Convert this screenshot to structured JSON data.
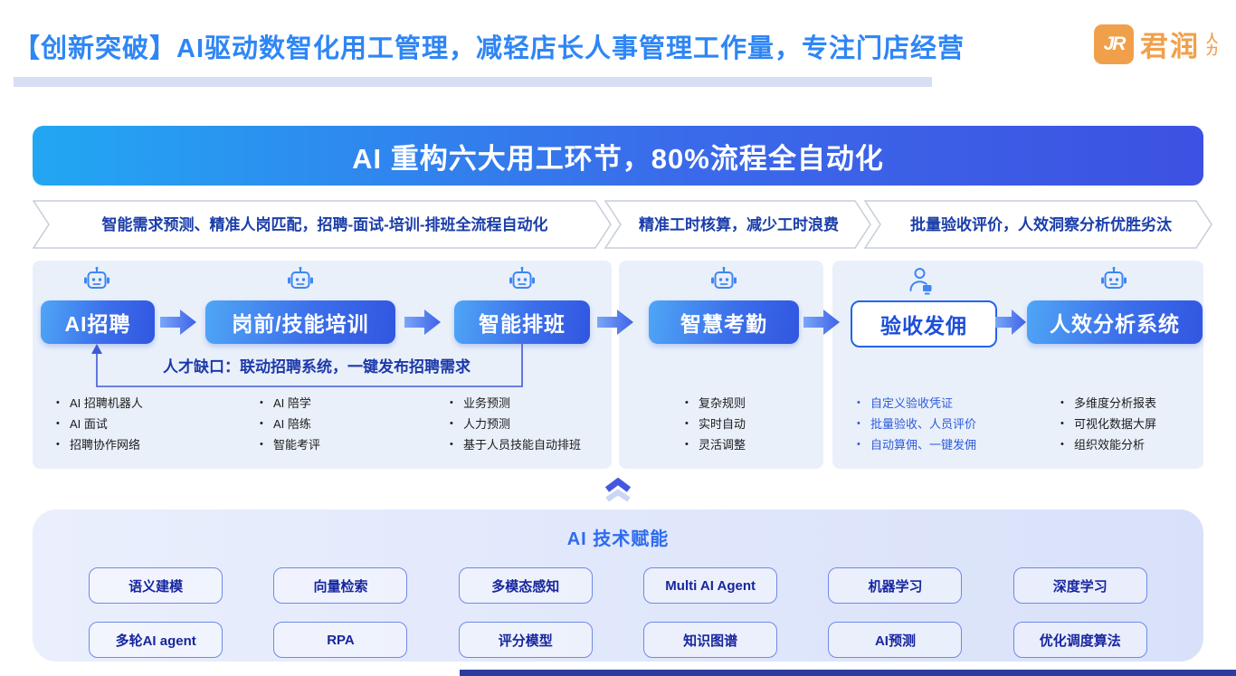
{
  "header": {
    "title": "【创新突破】AI驱动数智化用工管理，减轻店长人事管理工作量，专注门店经营",
    "logo": {
      "monogram": "JR",
      "name": "君润",
      "suffix": "人力"
    }
  },
  "banner": {
    "text": "AI 重构六大用工环节，80%流程全自动化"
  },
  "ribbons": [
    {
      "text": "智能需求预测、精准人岗匹配，招聘-面试-培训-排班全流程自动化"
    },
    {
      "text": "精准工时核算，减少工时浪费"
    },
    {
      "text": "批量验收评价，人效洞察分析优胜劣汰"
    }
  ],
  "process": {
    "annotation": "人才缺口：联动招聘系统，一键发布招聘需求",
    "steps": [
      {
        "label": "AI招聘",
        "icon": "robot-icon",
        "style": "solid",
        "bullets": [
          "AI 招聘机器人",
          "AI 面试",
          "招聘协作网络"
        ]
      },
      {
        "label": "岗前/技能培训",
        "icon": "robot-icon",
        "style": "solid",
        "bullets": [
          "AI 陪学",
          "AI 陪练",
          "智能考评"
        ]
      },
      {
        "label": "智能排班",
        "icon": "robot-icon",
        "style": "solid",
        "bullets": [
          "业务预测",
          "人力预测",
          "基于人员技能自动排班"
        ]
      },
      {
        "label": "智慧考勤",
        "icon": "robot-icon",
        "style": "solid",
        "bullets": [
          "复杂规则",
          "实时自动",
          "灵活调整"
        ]
      },
      {
        "label": "验收发佣",
        "icon": "person-icon",
        "style": "outline",
        "bullets": [
          "自定义验收凭证",
          "批量验收、人员评价",
          "自动算佣、一键发佣"
        ]
      },
      {
        "label": "人效分析系统",
        "icon": "robot-icon",
        "style": "solid",
        "bullets": [
          "多维度分析报表",
          "可视化数据大屏",
          "组织效能分析"
        ]
      }
    ]
  },
  "tech": {
    "title": "AI 技术赋能",
    "chips": [
      "语义建模",
      "向量检索",
      "多模态感知",
      "Multi AI Agent",
      "机器学习",
      "深度学习",
      "多轮AI agent",
      "RPA",
      "评分模型",
      "知识图谱",
      "AI预测",
      "优化调度算法"
    ]
  },
  "colors": {
    "title_blue": "#2E86F5",
    "banner_gradient_start": "#22A7F3",
    "banner_gradient_end": "#3D51E2",
    "box_gradient_start": "#4FA6F6",
    "box_gradient_end": "#3156E1",
    "panel_bg": "#E9F0FA",
    "dark_blue_text": "#1B3EA9",
    "blue_bullet_text": "#2F5BD9",
    "chip_border": "#6E8AE8",
    "chip_text": "#17269E",
    "logo_orange": "#F0A04B"
  }
}
